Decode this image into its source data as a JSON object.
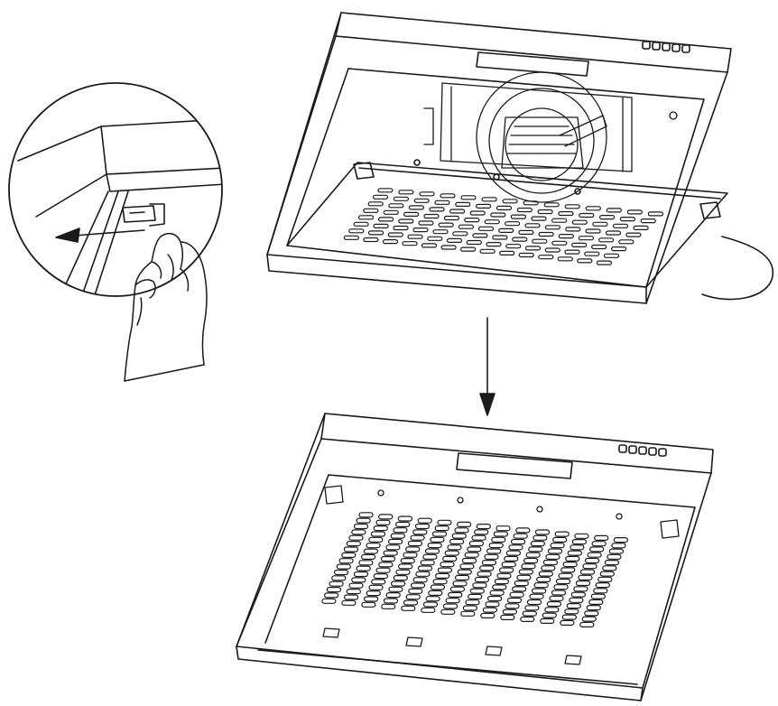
{
  "diagram": {
    "ink_color": "#1a1a1a",
    "paper_color": "#ffffff",
    "button_count": 5,
    "filter_slot_rows_open": 8,
    "filter_slot_cols_open": 14,
    "filter_slot_rows_closed": 16,
    "filter_slot_cols_closed": 14,
    "icons": {
      "detail_circle": "magnify-circle-icon",
      "hand": "hand-icon",
      "push_arrow": "left-arrow-icon",
      "step_arrow": "down-arrow-icon",
      "fan": "fan-blower-icon"
    }
  }
}
